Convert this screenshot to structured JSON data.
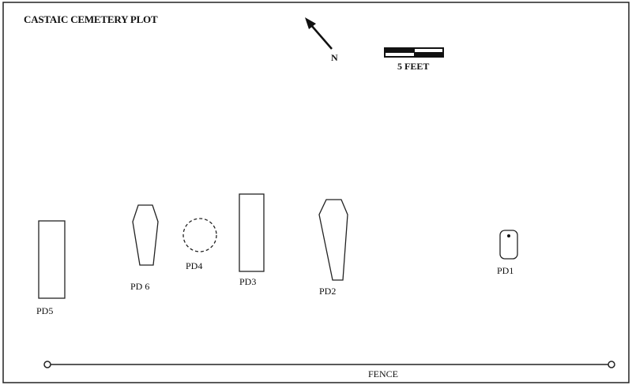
{
  "title": "CASTAIC CEMETERY PLOT",
  "north_label": "N",
  "scale_label": "5 FEET",
  "fence_label": "FENCE",
  "burials": [
    {
      "id": "PD5",
      "label": "PD5",
      "shape": "rectangle"
    },
    {
      "id": "PD6",
      "label": "PD 6",
      "shape": "coffin"
    },
    {
      "id": "PD4",
      "label": "PD4",
      "shape": "dashed-circle"
    },
    {
      "id": "PD3",
      "label": "PD3",
      "shape": "rectangle"
    },
    {
      "id": "PD2",
      "label": "PD2",
      "shape": "coffin"
    },
    {
      "id": "PD1",
      "label": "PD1",
      "shape": "rounded-rectangle"
    }
  ]
}
